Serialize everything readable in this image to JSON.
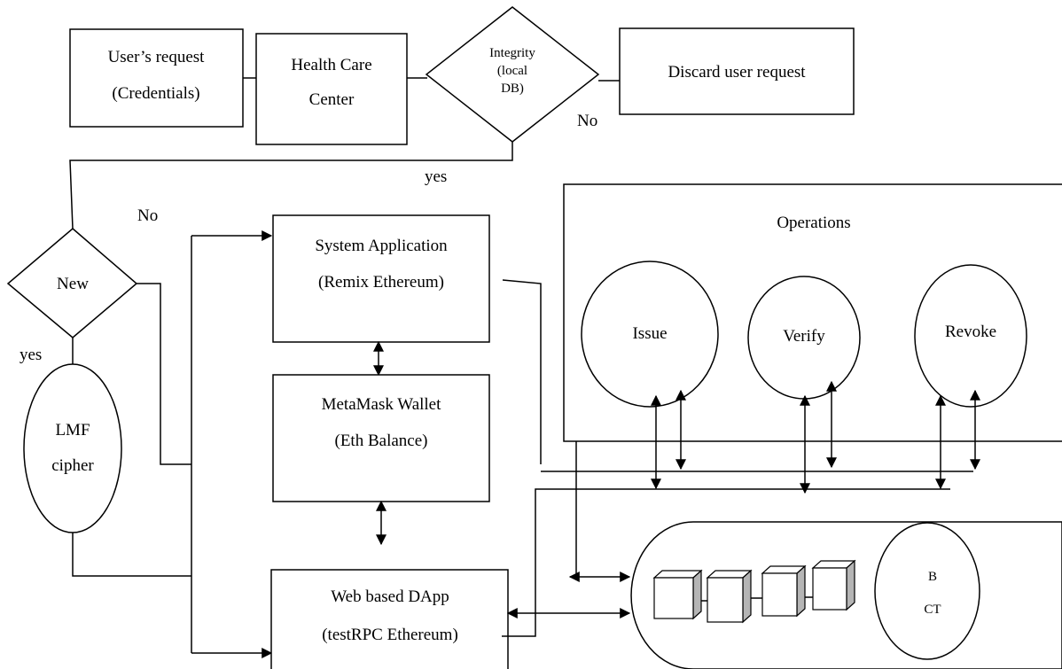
{
  "nodes": {
    "user_request": {
      "line1": "User’s request",
      "line2": "(Credentials)"
    },
    "health_center": {
      "line1": "Health Care",
      "line2": "Center"
    },
    "integrity": {
      "line1": "Integrity",
      "line2": "(local",
      "line3": "DB)"
    },
    "discard": {
      "label": "Discard user request"
    },
    "new_decision": {
      "label": "New"
    },
    "lmf": {
      "line1": "LMF",
      "line2": "cipher"
    },
    "system_app": {
      "line1": "System Application",
      "line2": "(Remix Ethereum)"
    },
    "metamask": {
      "line1": "MetaMask Wallet",
      "line2": "(Eth Balance)"
    },
    "dapp": {
      "line1": "Web based DApp",
      "line2": "(testRPC Ethereum)"
    },
    "operations": {
      "title": "Operations"
    },
    "issue": {
      "label": "Issue"
    },
    "verify": {
      "label": "Verify"
    },
    "revoke": {
      "label": "Revoke"
    },
    "bct": {
      "line1": "B",
      "line2": "CT"
    }
  },
  "edge_labels": {
    "integrity_no": "No",
    "integrity_yes": "yes",
    "new_no": "No",
    "new_yes": "yes"
  }
}
